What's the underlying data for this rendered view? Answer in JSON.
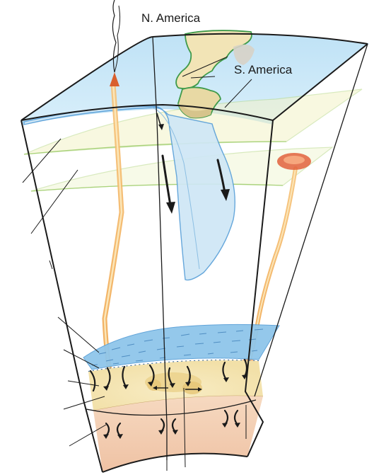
{
  "labels": {
    "north_america": "N. America",
    "south_america": "S. America"
  },
  "colors": {
    "ocean_surface": "#c9e6f6",
    "mantle_wedge": "#ffffff",
    "continent": "#f2e4b6",
    "continent_outline": "#3f9a4a",
    "subducting_slab": "#cbe4f4",
    "slab_outline": "#5aa0d8",
    "plume": "#f4b862",
    "plume_head": "#e2603c",
    "d_double_prime_layer": "#8fc6ea",
    "outer_core": "#f5ecc6",
    "inner_core": "#f3cfb4",
    "boundary_lines": "#b9d98a",
    "frame": "#1a1a1a",
    "arrows": "#1a1a1a"
  },
  "icons": [
    "down-flow-arrow",
    "convection-arrow",
    "plume-head",
    "slab-fragments"
  ]
}
